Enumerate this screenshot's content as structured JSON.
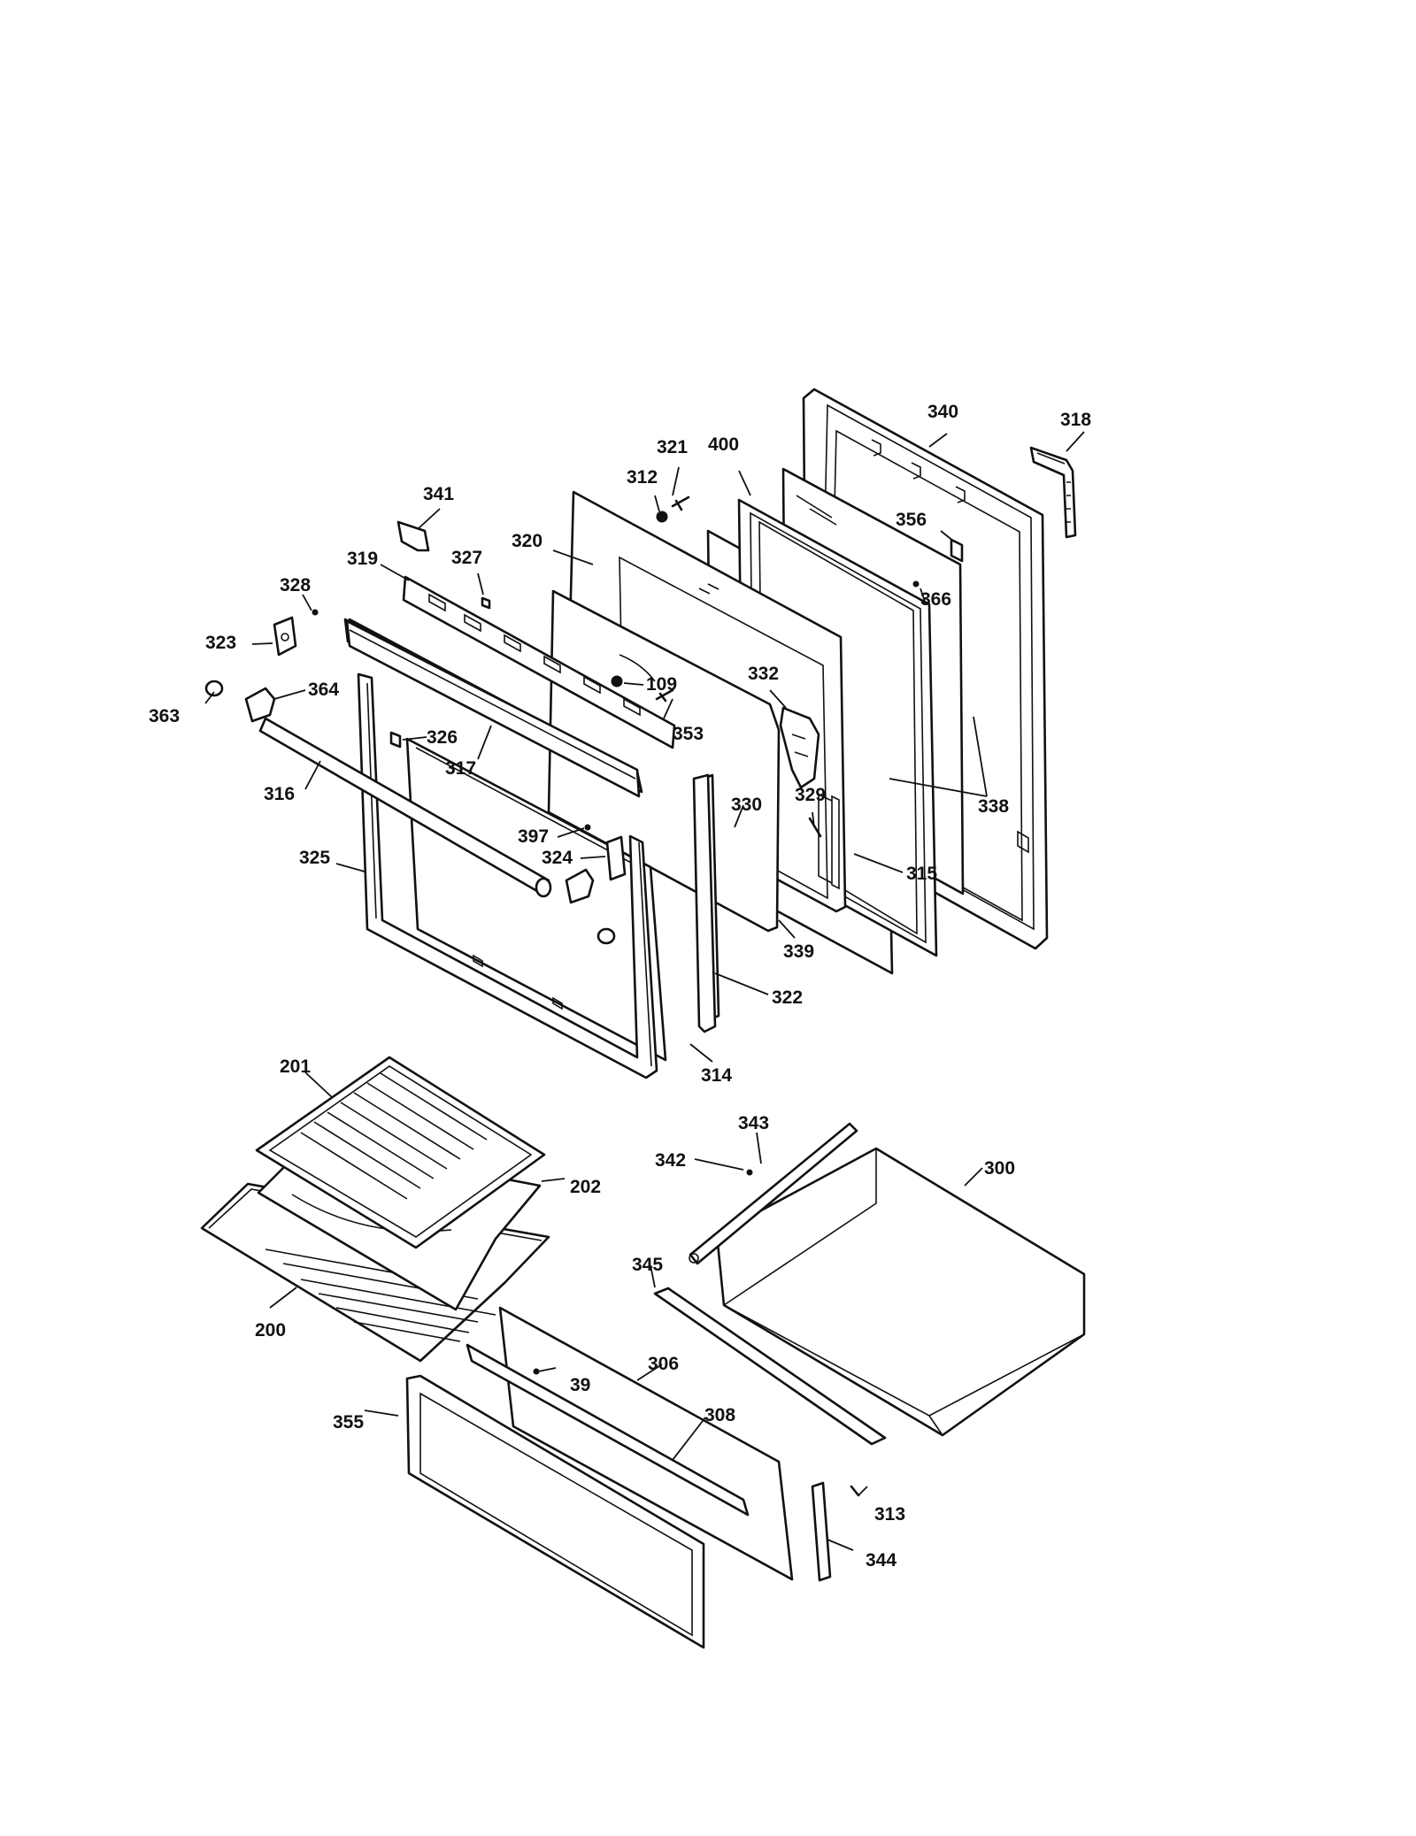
{
  "callouts": {
    "c340": "340",
    "c318": "318",
    "c321": "321",
    "c400": "400",
    "c312": "312",
    "c341": "341",
    "c356": "356",
    "c327": "327",
    "c320": "320",
    "c319": "319",
    "c366": "366",
    "c328": "328",
    "c323": "323",
    "c109": "109",
    "c332": "332",
    "c363": "363",
    "c364": "364",
    "c353": "353",
    "c326": "326",
    "c317": "317",
    "c316": "316",
    "c330": "330",
    "c329": "329",
    "c338": "338",
    "c397": "397",
    "c325": "325",
    "c324": "324",
    "c315": "315",
    "c339": "339",
    "c322": "322",
    "c314": "314",
    "c201": "201",
    "c343": "343",
    "c300": "300",
    "c342": "342",
    "c202": "202",
    "c345": "345",
    "c200": "200",
    "c306": "306",
    "c39": "39",
    "c308": "308",
    "c355": "355",
    "c313": "313",
    "c344": "344"
  }
}
